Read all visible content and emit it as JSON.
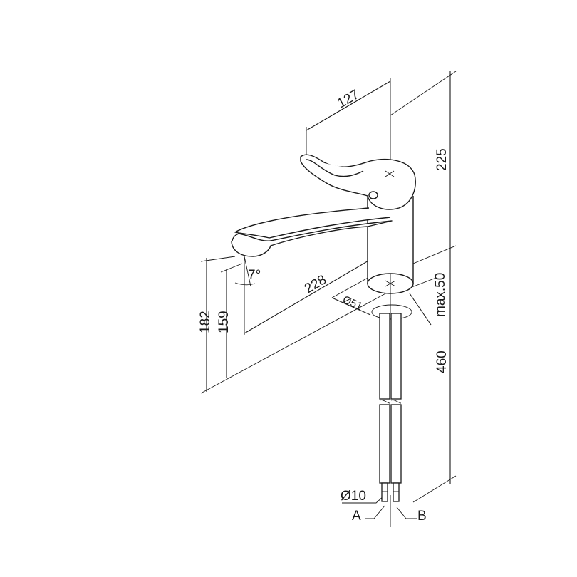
{
  "drawing": {
    "dimensions": {
      "spout_reach": "127",
      "total_height": "225",
      "spout_length": "228",
      "angle": "7°",
      "height_182": "182",
      "height_159": "159",
      "base_diameter": "Ø51",
      "max_thickness": "max.50",
      "hose_length": "460",
      "hose_diameter": "Ø10"
    },
    "labels": {
      "a": "A",
      "b": "B"
    },
    "colors": {
      "line": "#1a1a1a",
      "background": "#ffffff"
    }
  }
}
